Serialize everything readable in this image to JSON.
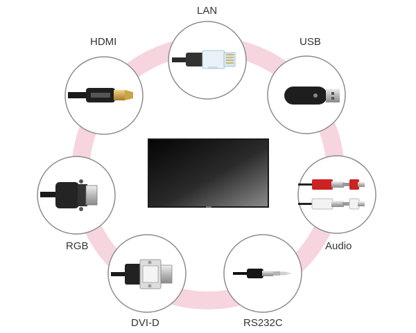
{
  "colors": {
    "ring": "#f6d5de",
    "circle_border": "#8c8c8c",
    "label": "#333333"
  },
  "center": {
    "icon": "monitor-display-icon"
  },
  "ports": [
    {
      "id": "lan",
      "label": "LAN",
      "icon": "lan-cable-icon"
    },
    {
      "id": "usb",
      "label": "USB",
      "icon": "usb-stick-icon"
    },
    {
      "id": "audio",
      "label": "Audio",
      "icon": "rca-audio-cable-icon"
    },
    {
      "id": "rs232c",
      "label": "RS232C",
      "icon": "rs232c-jack-icon"
    },
    {
      "id": "dvid",
      "label": "DVI-D",
      "icon": "dvi-d-connector-icon"
    },
    {
      "id": "rgb",
      "label": "RGB",
      "icon": "rgb-vga-connector-icon"
    },
    {
      "id": "hdmi",
      "label": "HDMI",
      "icon": "hdmi-cable-icon"
    }
  ]
}
